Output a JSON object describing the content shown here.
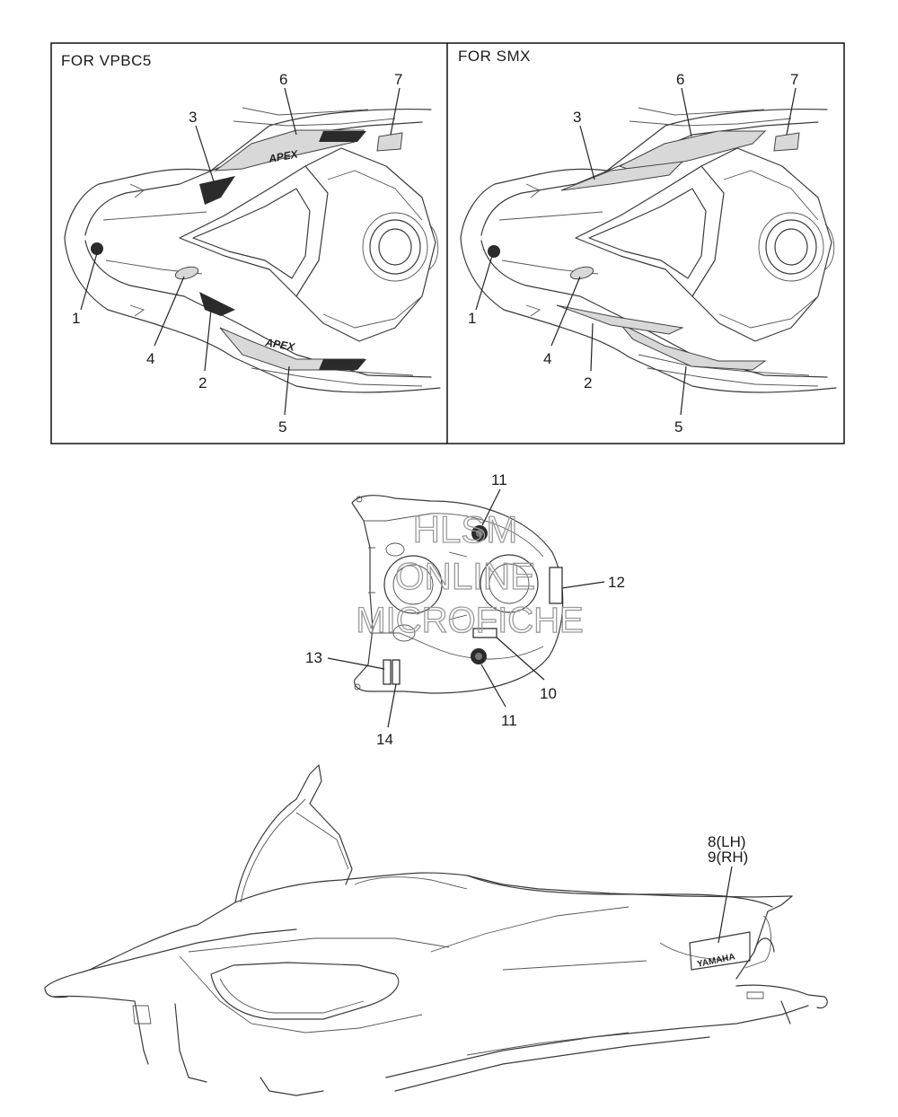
{
  "panels": {
    "left_title": "FOR VPBC5",
    "right_title": "FOR SMX"
  },
  "callouts": {
    "c1": "1",
    "c2": "2",
    "c3": "3",
    "c4": "4",
    "c5": "5",
    "c6": "6",
    "c7": "7",
    "c8_9_a": "8(LH)",
    "c8_9_b": "9(RH)",
    "c10": "10",
    "c11": "11",
    "c12": "12",
    "c13": "13",
    "c14": "14"
  },
  "decal_text": {
    "apex": "APEX",
    "yamaha": "YAMAHA"
  },
  "watermark": {
    "line1": "HLSM",
    "line2": "ONLINE",
    "line3": "MICROFICHE"
  }
}
